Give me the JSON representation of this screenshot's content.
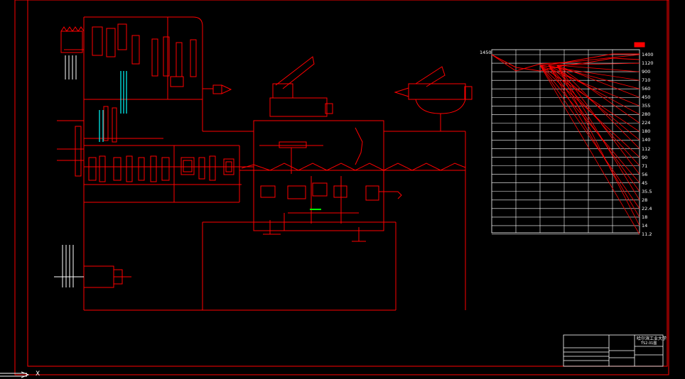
{
  "drawing": {
    "top_left_speed": "1450",
    "speed_ladder": [
      "1400",
      "1120",
      "900",
      "710",
      "560",
      "450",
      "355",
      "280",
      "224",
      "180",
      "140",
      "112",
      "90",
      "71",
      "56",
      "45",
      "35.5",
      "28",
      "22.4",
      "18",
      "14",
      "11.2"
    ],
    "title_block": {
      "school": "哈尔滨工业大学",
      "drawing_no": "TS2.01图"
    },
    "ucs_x_label": "X",
    "colors": {
      "background": "#000000",
      "lines": "#ff0000",
      "annotations": "#ffffff",
      "shafts": "#00ffff",
      "highlight": "#00ff00"
    }
  }
}
